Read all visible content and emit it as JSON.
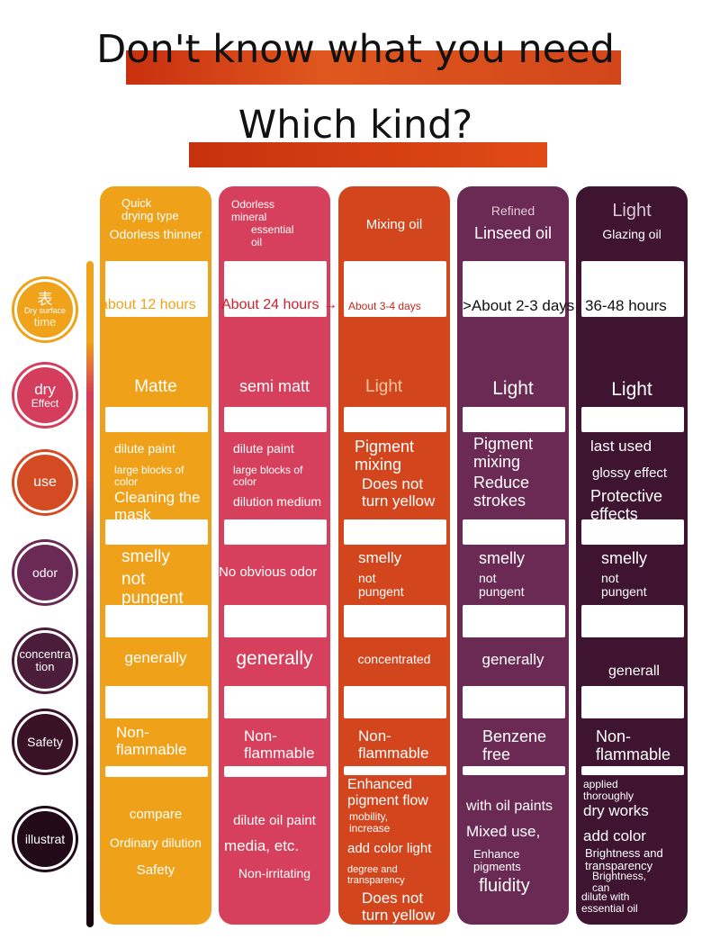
{
  "header": {
    "title_1": "Don't know what you need",
    "title_2": "Which kind?"
  },
  "rows": {
    "dry_surface": {
      "main": "表",
      "sub1": "Dry surface",
      "sub2": "time"
    },
    "dry_effect": {
      "main": "dry",
      "sub": "Effect"
    },
    "use": {
      "label": "use"
    },
    "odor": {
      "label": "odor"
    },
    "concentration": {
      "label": "concentra",
      "sub": "tion"
    },
    "safety": {
      "label": "Safety"
    },
    "illustrate": {
      "label": "illustrat"
    }
  },
  "columns": [
    {
      "header_a": "Quick",
      "header_b": "drying type",
      "header_c": "Odorless thinner",
      "dry_time": "about 12 hours",
      "effect": "Matte",
      "use_1": "dilute paint",
      "use_2": "large blocks of color",
      "use_3": "Cleaning the mask",
      "odor_1": "smelly",
      "odor_2": "not pungent",
      "concentration": "generally",
      "safety": "Non-flammable",
      "ill_1": "compare",
      "ill_2": "Ordinary dilution",
      "ill_3": "Safety"
    },
    {
      "header_a": "Odorless",
      "header_b": "mineral",
      "header_c": "essential",
      "header_d": "oil",
      "dry_time": "About 24 hours →",
      "effect": "semi matt",
      "use_1": "dilute paint",
      "use_2": "large blocks of color",
      "use_3": "dilution medium",
      "odor_1": "No obvious odor",
      "concentration": "generally",
      "safety": "Non-flammable",
      "ill_1": "dilute oil paint",
      "ill_2": "media, etc.",
      "ill_3": "Non-irritating"
    },
    {
      "header_a": "Mixing oil",
      "dry_time": "About 3-4 days",
      "effect": "Light",
      "use_1": "Pigment mixing",
      "use_2": "Does not turn yellow",
      "odor_1": "smelly",
      "odor_2": "not pungent",
      "concentration": "concentrated",
      "safety": "Non-flammable",
      "ill_1": "Enhanced pigment flow",
      "ill_2": "mobility, increase",
      "ill_3": "add color light",
      "ill_4": "degree and transparency",
      "ill_5": "Does not turn yellow"
    },
    {
      "header_a": "Refined",
      "header_b": "Linseed oil",
      "dry_time": ">About 2-3 days",
      "effect": "Light",
      "use_1": "Pigment mixing",
      "use_2": "Reduce strokes",
      "odor_1": "smelly",
      "odor_2": "not pungent",
      "concentration": "generally",
      "safety": "Benzene free",
      "ill_1": "with oil paints",
      "ill_2": "Mixed use,",
      "ill_3": "Enhance pigments",
      "ill_4": "fluidity"
    },
    {
      "header_a": "Light",
      "header_b": "Glazing oil",
      "dry_time": "36-48 hours",
      "effect": "Light",
      "use_1": "last used",
      "use_2": "glossy effect",
      "use_3": "Protective effects",
      "odor_1": "smelly",
      "odor_2": "not pungent",
      "concentration": "generall",
      "safety": "Non-flammable",
      "ill_1": "applied thoroughly",
      "ill_2": "dry works",
      "ill_3": "add color",
      "ill_4": "Brightness and transparency",
      "ill_5": "Brightness, can",
      "ill_6": "dilute with essential oil"
    }
  ],
  "colors": {
    "orange": "#efa219",
    "pink": "#d7405c",
    "red_orange": "#d3451d",
    "purple": "#6a2a53",
    "dark_plum": "#3e1430"
  }
}
